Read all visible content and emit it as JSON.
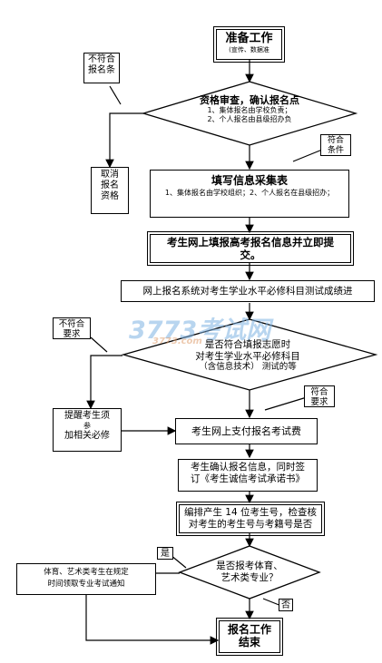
{
  "nodes": {
    "prepare": {
      "title": "准备工作",
      "sub": "(宣传、数据准"
    },
    "review": {
      "title": "资格审查，确认报名点",
      "line1": "1、集体报名由学校负责；",
      "line2": "2、个人报名由县级招办负"
    },
    "collect": {
      "title": "填写信息采集表",
      "sub": "1、集体报名由学校组织；2、个人报名在县级招办；"
    },
    "submit": {
      "line1": "考生网上填报高考报名信息并立即提",
      "line2": "交。"
    },
    "test": {
      "text": "网上报名系统对考生学业水平必修科目测试成绩进"
    },
    "meet": {
      "line1": "是否符合填报志愿时",
      "line2": "对考生学业水平必修科目",
      "line3": "（含信息技术） 测试的等"
    },
    "pay": {
      "text": "考生网上支付报名考试费"
    },
    "confirm": {
      "line1": "考生确认报名信息，同时签",
      "line2": "订《考生诚信考试承诺书》"
    },
    "number": {
      "line1": "编排产生 14 位考生号，检查核",
      "line2": "对考生的考生号与考籍号是否"
    },
    "sport": {
      "line1": "是否报考体育、",
      "line2": "艺术类专业？"
    },
    "notify": {
      "line1": "体育、艺术类考生在规定",
      "line2": "时间领取专业考试通知"
    },
    "remind": {
      "line1": "提醒考生须",
      "line2": "参",
      "line3": "加相关必修"
    },
    "cancel": {
      "line1": "取消",
      "line2": "报名",
      "line3": "资格"
    },
    "end": {
      "line1": "报名工作",
      "line2": "结束"
    }
  },
  "labels": {
    "not_meet": [
      "不符合",
      "报名条"
    ],
    "meet_cond": [
      "符合",
      "条件"
    ],
    "not_meet_req": [
      "不符合",
      "要求"
    ],
    "meet_req": [
      "符合",
      "要求"
    ],
    "yes": "是",
    "no": "否"
  },
  "watermark": {
    "logo": "3773考试网",
    "url": "3773.com"
  }
}
